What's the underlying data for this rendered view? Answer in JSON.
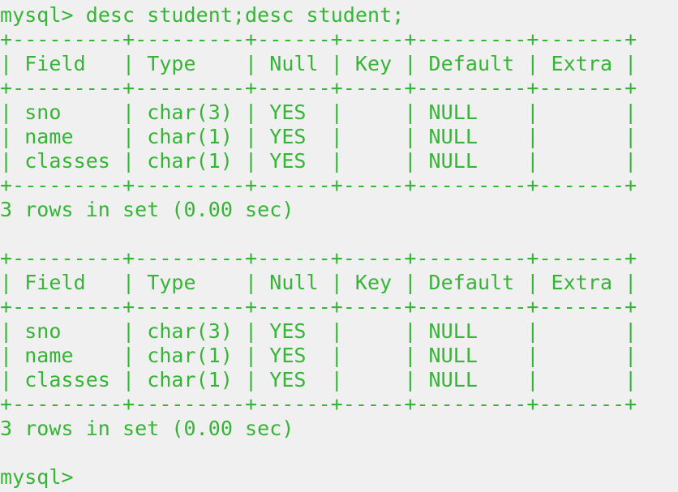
{
  "terminal": {
    "prompt": "mysql> ",
    "command": "desc student;desc student;",
    "final_prompt": "mysql>",
    "text_color": "#35b535",
    "background": "#f0f0f0"
  },
  "outputs": [
    {
      "lines": [
        "+---------+---------+------+-----+---------+-------+",
        "| Field   | Type    | Null | Key | Default | Extra |",
        "+---------+---------+------+-----+---------+-------+",
        "| sno     | char(3) | YES  |     | NULL    |       |",
        "| name    | char(1) | YES  |     | NULL    |       |",
        "| classes | char(1) | YES  |     | NULL    |       |",
        "+---------+---------+------+-----+---------+-------+"
      ],
      "summary": "3 rows in set (0.00 sec)"
    },
    {
      "lines": [
        "+---------+---------+------+-----+---------+-------+",
        "| Field   | Type    | Null | Key | Default | Extra |",
        "+---------+---------+------+-----+---------+-------+",
        "| sno     | char(3) | YES  |     | NULL    |       |",
        "| name    | char(1) | YES  |     | NULL    |       |",
        "| classes | char(1) | YES  |     | NULL    |       |",
        "+---------+---------+------+-----+---------+-------+"
      ],
      "summary": "3 rows in set (0.00 sec)"
    }
  ]
}
